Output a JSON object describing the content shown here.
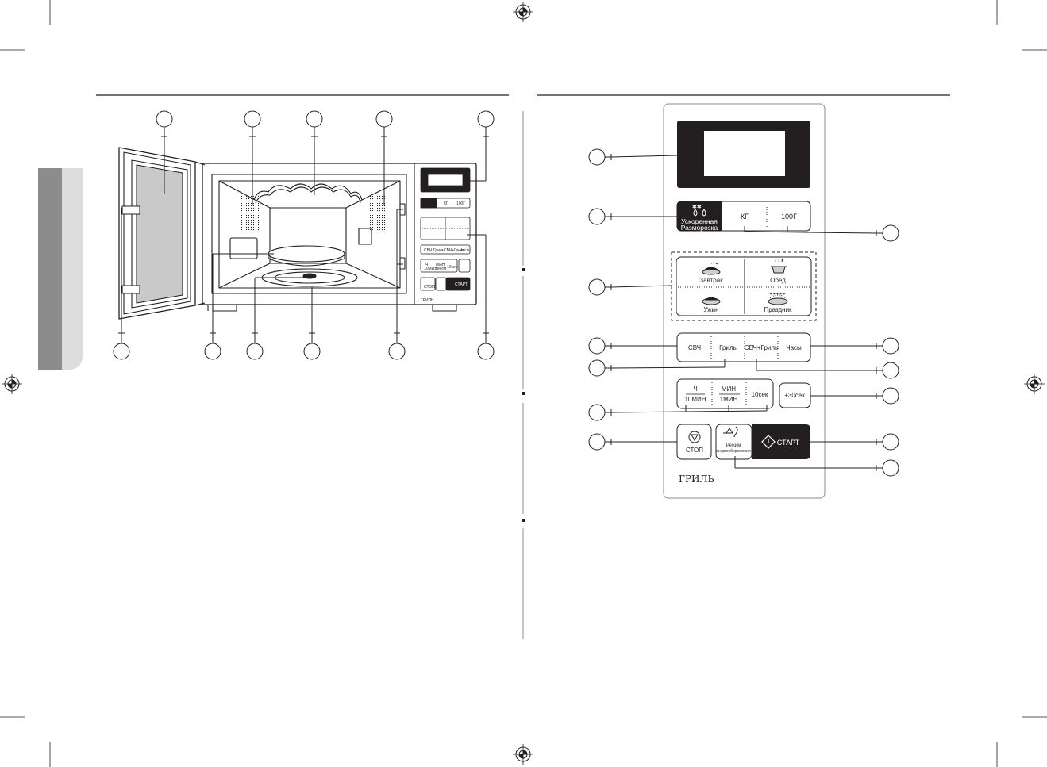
{
  "control_panel": {
    "defrost": {
      "title_line1": "Ускоренная",
      "title_line2": "Разморозка",
      "kg": "КГ",
      "g100": "100Г"
    },
    "auto_cook": {
      "breakfast": "Завтрак",
      "lunch": "Обед",
      "dinner": "Ужин",
      "holiday": "Праздник"
    },
    "modes": {
      "microwave": "СВЧ",
      "grill": "Гриль",
      "combi": "СВЧ+Гриль",
      "clock": "Часы"
    },
    "time": {
      "hours_top": "Ч",
      "hours_bottom": "10МИН",
      "min_top": "МИН",
      "min_bottom": "1МИН",
      "sec10": "10сек",
      "plus30": "+30сек"
    },
    "stop": "СТОП",
    "eco_line1": "Режим",
    "eco_line2": "энергосбережения",
    "start": "СТАРТ",
    "model": "ГРИЛЬ"
  },
  "mini_panel": {
    "kg": "КГ",
    "g100": "100Г",
    "microwave": "СВЧ",
    "grill": "Гриль",
    "combi": "СВЧ+Гриль",
    "clock": "Часы",
    "h": "Ч",
    "h_bottom": "10МИН",
    "min": "МИН",
    "min_bottom": "1МИН",
    "sec10": "10сек",
    "stop": "СТОП",
    "start": "СТАРТ",
    "model": "ГРИЛЬ"
  },
  "colors": {
    "ink": "#231f20",
    "sidebar_dark": "#8a8a8a",
    "sidebar_light": "#d9d9d9",
    "key_black": "#231f20",
    "panel_stroke": "#8c8c8c"
  },
  "icons": [
    "registration-mark-icon",
    "defrost-drops-icon",
    "breakfast-icon",
    "lunch-icon",
    "dinner-icon",
    "holiday-icon",
    "stop-icon",
    "eco-mode-icon",
    "start-icon"
  ]
}
